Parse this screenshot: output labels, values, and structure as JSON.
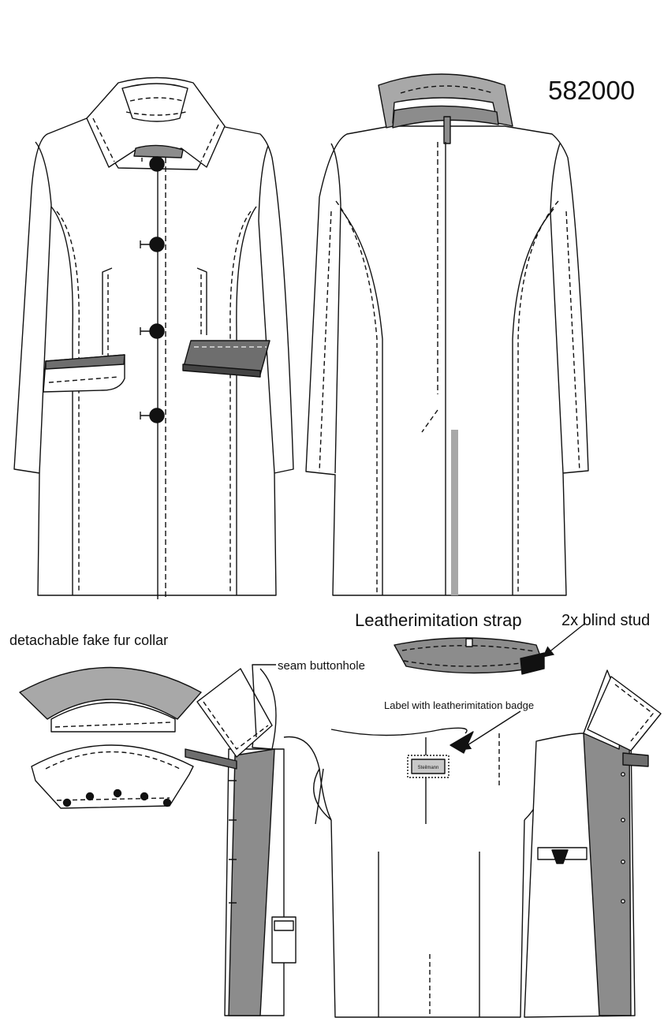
{
  "sheet": {
    "model_number": "582000"
  },
  "labels": {
    "leather_strap": "Leatherimitation strap",
    "blind_stud": "2x blind stud",
    "fur_collar": "detachable fake fur  collar",
    "seam_buttonhole": "seam buttonhole",
    "label_badge": "Label with leatherimitation badge",
    "badge_text": "Steilmann"
  },
  "colors": {
    "line": "#111111",
    "grey_fill": "#8c8c8c",
    "light_grey_fill": "#a8a8a8",
    "dark_grey_fill": "#6e6e6e"
  },
  "icons": [
    "button-icon",
    "arrow-icon",
    "snap-icon"
  ]
}
